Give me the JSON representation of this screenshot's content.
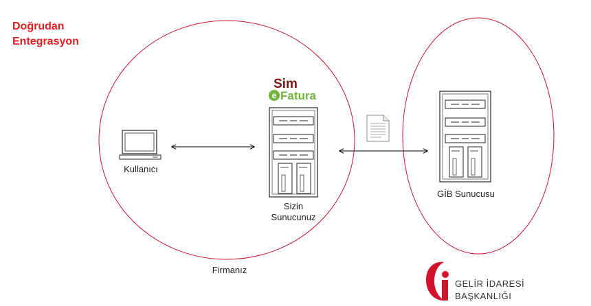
{
  "title": {
    "line1": "Doğrudan",
    "line2": "Entegrasyon"
  },
  "nodes": {
    "user_label": "Kullanıcı",
    "your_server_line1": "Sizin",
    "your_server_line2": "Sunucunuz",
    "gib_server_label": "GİB Sunucusu"
  },
  "zones": {
    "firm_label": "Firmanız"
  },
  "brand": {
    "sim": "Sim",
    "e": "e",
    "fatura": "Fatura"
  },
  "gib_logo": {
    "line1": "GELİR İDARESİ",
    "line2": "BAŞKANLIĞI"
  },
  "colors": {
    "title": "#e02020",
    "ellipse": "#c8102e",
    "brand_dark": "#7a1818",
    "brand_green": "#6fb33b",
    "gib_red": "#d0142c"
  }
}
